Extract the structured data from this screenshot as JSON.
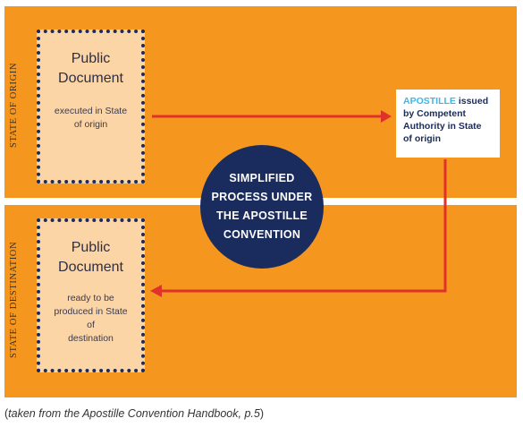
{
  "diagram": {
    "band_origin_label": "STATE OF ORIGIN",
    "band_destination_label": "STATE OF DESTINATION",
    "origin_document": {
      "title_line1": "Public",
      "title_line2": "Document",
      "sub_line1": "executed in State",
      "sub_line2": "of origin"
    },
    "destination_document": {
      "title_line1": "Public",
      "title_line2": "Document",
      "sub_line1": "ready to be",
      "sub_line2": "produced in State of",
      "sub_line3": "destination"
    },
    "apostille": {
      "highlight": "APOSTILLE",
      "rest_line1": " issued",
      "line2": "by Competent",
      "line3": "Authority in State",
      "line4": "of origin"
    },
    "center_circle": {
      "line1": "SIMPLIFIED",
      "line2": "PROCESS UNDER",
      "line3": "THE APOSTILLE",
      "line4": "CONVENTION"
    },
    "colors": {
      "band": "#f5961f",
      "document_fill": "#fbd5a6",
      "navy": "#1a2b5e",
      "arrow": "#e0322a",
      "apostille_highlight": "#3fb6e8"
    }
  },
  "caption": {
    "open_paren": "(",
    "text": "taken from the Apostille Convention Handbook, p.5",
    "close_paren": ")"
  }
}
